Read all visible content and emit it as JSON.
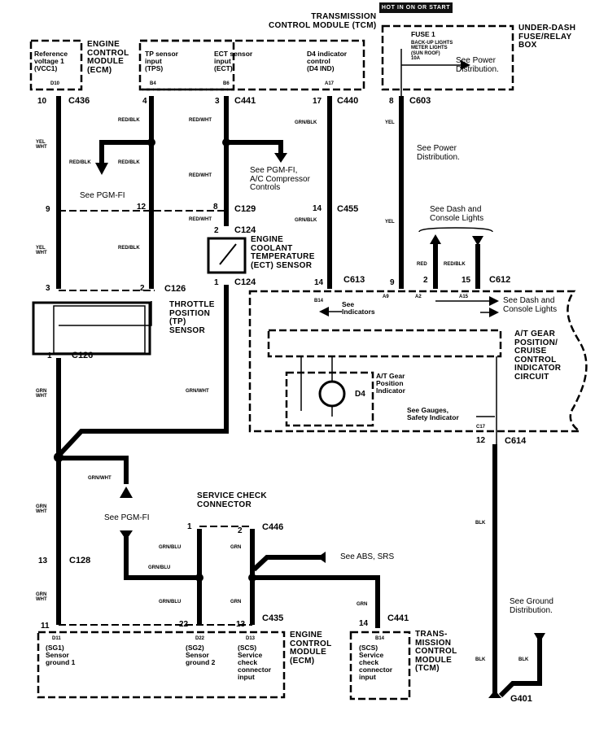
{
  "banner": "HOT IN ON OR START",
  "modules": {
    "ecm_top": {
      "title": "ENGINE\nCONTROL\nMODULE\n(ECM)",
      "pin_desc": "Reference\nvoltage 1\n(VCC1)",
      "pin_id": "D10"
    },
    "tcm_top": {
      "title": "TRANSMISSION\nCONTROL MODULE (TCM)",
      "pins": [
        {
          "desc": "TP sensor\ninput\n(TPS)",
          "id": "B4"
        },
        {
          "desc": "ECT sensor\ninput\n(ECT)",
          "id": "B6"
        },
        {
          "desc": "D4 indicator\ncontrol\n(D4 IND)",
          "id": "A17"
        }
      ]
    },
    "fuse_box": {
      "title": "UNDER-DASH\nFUSE/RELAY\nBOX",
      "fuse": "FUSE 1",
      "fuse_desc": "BACK-UP LIGHTS\nMETER LIGHTS\n(SUN ROOF)\n10A",
      "note": "See Power\nDistribution."
    },
    "ecm_bottom": {
      "title": "ENGINE\nCONTROL\nMODULE\n(ECM)",
      "pins": [
        {
          "id": "D11",
          "desc": "(SG1)\nSensor\nground 1"
        },
        {
          "id": "D22",
          "desc": "(SG2)\nSensor\nground 2"
        },
        {
          "id": "D13",
          "desc": "(SCS)\nService\ncheck\nconnector\ninput"
        }
      ]
    },
    "tcm_bottom": {
      "title": "TRANS-\nMISSION\nCONTROL\nMODULE\n(TCM)",
      "pin_id": "B14",
      "desc": "(SCS)\nService\ncheck\nconnector\ninput"
    },
    "tp_sensor": {
      "title": "THROTTLE\nPOSITION\n(TP)\nSENSOR"
    },
    "ect_sensor": {
      "title": "ENGINE\nCOOLANT\nTEMPERATURE\n(ECT) SENSOR"
    },
    "gauge": {
      "title": "A/T GEAR\nPOSITION/\nCRUISE\nCONTROL\nINDICATOR\nCIRCUIT",
      "indicator": "A/T Gear\nPosition\nIndicator",
      "d4": "D4"
    },
    "service_check": {
      "title": "SERVICE CHECK\nCONNECTOR"
    }
  },
  "connectors": {
    "c436": "C436",
    "c441a": "C441",
    "c440": "C440",
    "c603": "C603",
    "c129": "C129",
    "c455": "C455",
    "c124a": "C124",
    "c124b": "C124",
    "c613": "C613",
    "c612": "C612",
    "c126a": "C126",
    "c126b": "C126",
    "c614": "C614",
    "c128": "C128",
    "c446": "C446",
    "c435": "C435",
    "c441b": "C441",
    "g401": "G401",
    "c17": "C17"
  },
  "pins": {
    "p10": "10",
    "p4": "4",
    "p3a": "3",
    "p17": "17",
    "p8": "8",
    "p9a": "9",
    "p12a": "12",
    "p8b": "8",
    "p14a": "14",
    "p2a": "2",
    "p1a": "1",
    "p14b": "14",
    "p9b": "9",
    "p2b": "2",
    "p15": "15",
    "p3b": "3",
    "p2c": "2",
    "p1b": "1",
    "p12b": "12",
    "p13a": "13",
    "p1c": "1",
    "p2d": "2",
    "p11": "11",
    "p22": "22",
    "p13b": "13",
    "p14c": "14",
    "b14": "B14",
    "a9": "A9",
    "a2": "A2",
    "a15": "A15"
  },
  "wires": {
    "yel_wht": "YEL\nWHT",
    "red_blk": "RED/BLK",
    "red_wht": "RED/WHT",
    "grn_blk": "GRN/BLK",
    "yel": "YEL",
    "red": "RED",
    "grn_wht": "GRN\nWHT",
    "grn_wht_h": "GRN/WHT",
    "grn_blu": "GRN/BLU",
    "grn": "GRN",
    "blk": "BLK"
  },
  "notes": {
    "see_pgmfi_1": "See PGM-FI",
    "see_pgmfi_ac": "See PGM-FI,\nA/C Compressor\nControls",
    "see_power": "See Power\nDistribution.",
    "see_dash_1": "See Dash and\nConsole Lights",
    "see_dash_2": "See Dash and\nConsole Lights",
    "see_indicators": "See\nIndicators",
    "see_gauges": "See Gauges,\nSafety Indicator",
    "see_pgmfi_2": "See PGM-FI",
    "see_abs": "See ABS, SRS",
    "see_ground": "See Ground\nDistribution."
  }
}
